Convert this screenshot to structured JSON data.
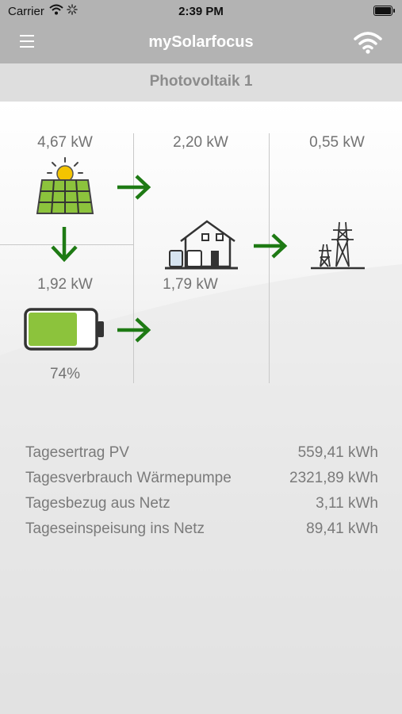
{
  "status": {
    "carrier": "Carrier",
    "time": "2:39 PM"
  },
  "header": {
    "title": "mySolarfocus",
    "menu_icon": "hamburger-icon",
    "wifi_icon": "wifi-icon"
  },
  "subheader": {
    "title": "Photovoltaik 1"
  },
  "flow": {
    "pv_power": "4,67 kW",
    "house_in_power": "2,20 kW",
    "grid_power": "0,55 kW",
    "battery_charge_power": "1,92 kW",
    "house_power": "1,79 kW",
    "battery_level": "74%",
    "battery_fraction": 0.74,
    "accent_color": "#1e7a14",
    "battery_color": "#8cc33c"
  },
  "stats": [
    {
      "label": "Tagesertrag PV",
      "value": "559,41 kWh"
    },
    {
      "label": "Tagesverbrauch Wärmepumpe",
      "value": "2321,89 kWh"
    },
    {
      "label": "Tagesbezug aus Netz",
      "value": "3,11 kWh"
    },
    {
      "label": "Tageseinspeisung ins Netz",
      "value": "89,41 kWh"
    }
  ]
}
